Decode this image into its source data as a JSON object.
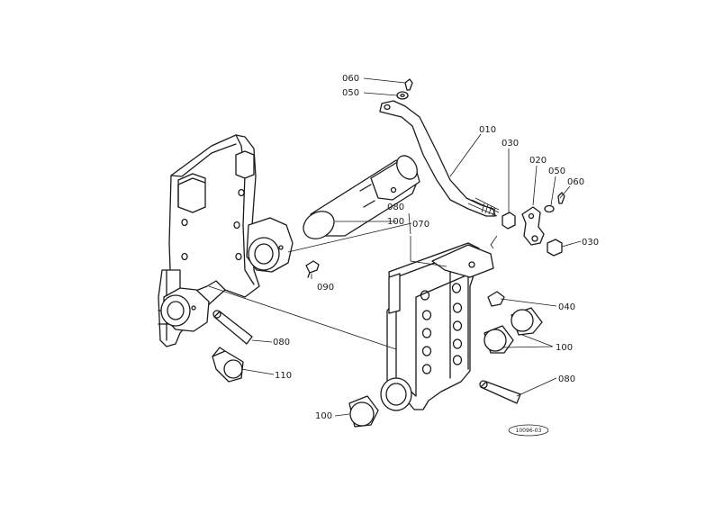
{
  "labels": {
    "p060_top": "060",
    "p050_top": "050",
    "p010": "010",
    "p030_top": "030",
    "p020": "020",
    "p050_right": "050",
    "p060_right": "060",
    "p030_right": "030",
    "p080_mid": "080",
    "p100_mid": "100",
    "p070": "070",
    "p090": "090",
    "p040": "040",
    "p080_left": "080",
    "p100_right": "100",
    "p110": "110",
    "p080_right": "080",
    "p100_bottom": "100"
  },
  "drawing_id": "10096-03"
}
